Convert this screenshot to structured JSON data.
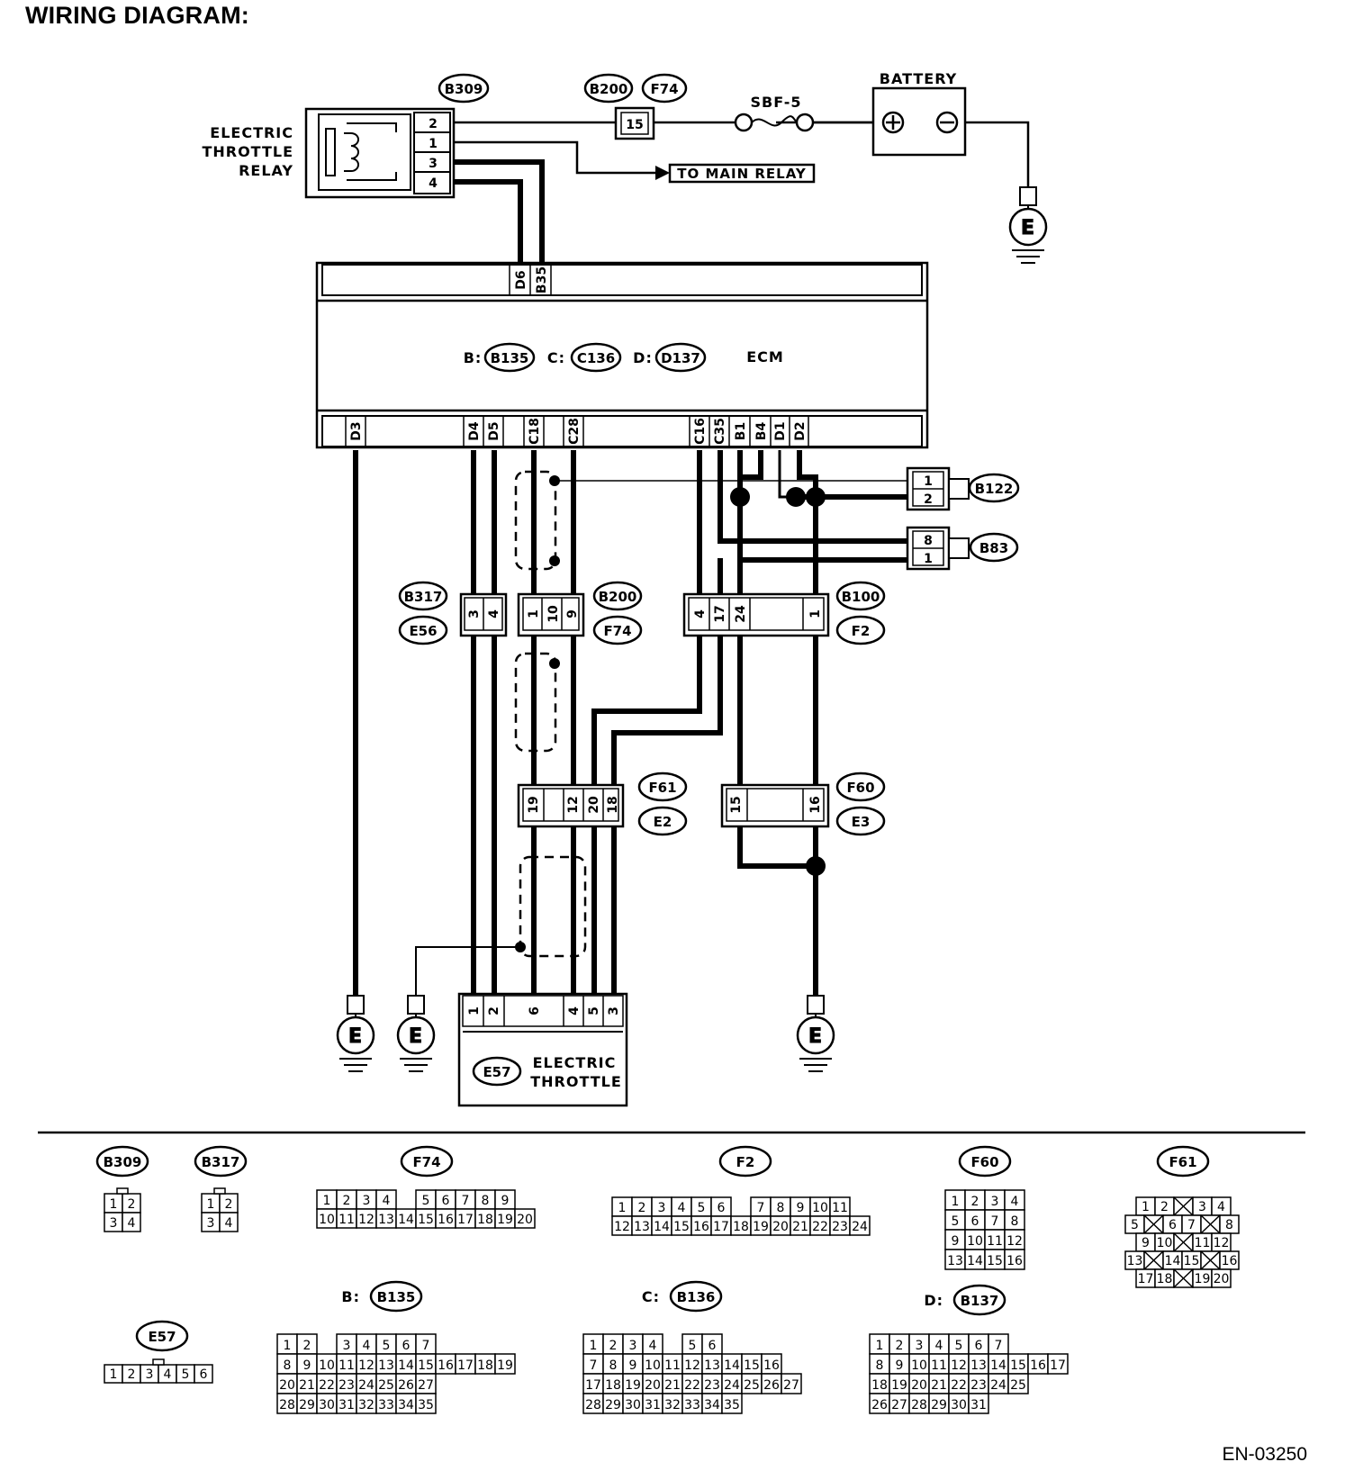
{
  "title": "WIRING DIAGRAM:",
  "doc_code": "EN-03250",
  "components": {
    "relay": [
      "ELECTRIC",
      "THROTTLE",
      "RELAY"
    ],
    "battery": "BATTERY",
    "fuse": "SBF-5",
    "to_main_relay": "TO MAIN RELAY",
    "ecm": "ECM",
    "throttle": [
      "ELECTRIC",
      "THROTTLE"
    ],
    "ground": "E"
  },
  "ecm_prefixes": [
    {
      "prefix": "B:",
      "conn": "B135"
    },
    {
      "prefix": "C:",
      "conn": "C136"
    },
    {
      "prefix": "D:",
      "conn": "D137"
    }
  ],
  "connectors": {
    "b309": "B309",
    "b200": "B200",
    "f74": "F74",
    "b317": "B317",
    "e56": "E56",
    "b100": "B100",
    "f2": "F2",
    "b122": "B122",
    "b83": "B83",
    "f61": "F61",
    "e2": "E2",
    "f60": "F60",
    "e3": "E3",
    "e57": "E57"
  },
  "ecm_top_pins": [
    "D6",
    "B35"
  ],
  "ecm_bottom_pins": [
    "D3",
    "D4",
    "D5",
    "C18",
    "C28",
    "C16",
    "C35",
    "B1",
    "B4",
    "D1",
    "D2"
  ],
  "relay_pins": [
    "2",
    "1",
    "3",
    "4"
  ],
  "fuse_pin": "15",
  "b317_pins": [
    "3",
    "4"
  ],
  "b200_pins": [
    "1",
    "10",
    "9"
  ],
  "b100_pins": [
    "4",
    "17",
    "24",
    "1"
  ],
  "b122_pins": [
    "1",
    "2"
  ],
  "b83_pins": [
    "8",
    "1"
  ],
  "f61_pins": [
    "19",
    "12",
    "20",
    "18"
  ],
  "f60_pins": [
    "15",
    "16"
  ],
  "e57_pins": [
    "1",
    "2",
    "6",
    "4",
    "5",
    "3"
  ],
  "views": {
    "b309": {
      "label": "B309",
      "rows": [
        [
          "1",
          "2"
        ],
        [
          "3",
          "4"
        ]
      ]
    },
    "b317": {
      "label": "B317",
      "rows": [
        [
          "1",
          "2"
        ],
        [
          "3",
          "4"
        ]
      ]
    },
    "f74": {
      "label": "F74",
      "rows": [
        [
          "1",
          "2",
          "3",
          "4",
          "",
          "5",
          "6",
          "7",
          "8",
          "9"
        ],
        [
          "10",
          "11",
          "12",
          "13",
          "14",
          "15",
          "16",
          "17",
          "18",
          "19",
          "20"
        ]
      ]
    },
    "f2": {
      "label": "F2",
      "rows": [
        [
          "1",
          "2",
          "3",
          "4",
          "5",
          "6",
          "",
          "7",
          "8",
          "9",
          "10",
          "11"
        ],
        [
          "12",
          "13",
          "14",
          "15",
          "16",
          "17",
          "18",
          "19",
          "20",
          "21",
          "22",
          "23",
          "24"
        ]
      ]
    },
    "f60": {
      "label": "F60",
      "rows": [
        [
          "1",
          "2",
          "3",
          "4"
        ],
        [
          "5",
          "6",
          "7",
          "8"
        ],
        [
          "9",
          "10",
          "11",
          "12"
        ],
        [
          "13",
          "14",
          "15",
          "16"
        ]
      ]
    },
    "f61": {
      "label": "F61",
      "rows": [
        [
          "1",
          "2",
          "",
          "3",
          "4"
        ],
        [
          "5",
          "",
          "6",
          "7",
          "",
          "8"
        ],
        [
          "9",
          "10",
          "",
          "11",
          "12"
        ],
        [
          "13",
          "",
          "14",
          "15",
          "",
          "16"
        ],
        [
          "17",
          "18",
          "",
          "19",
          "20"
        ]
      ]
    },
    "e57": {
      "label": "E57",
      "rows": [
        [
          "1",
          "2",
          "3",
          "4",
          "5",
          "6"
        ]
      ]
    },
    "b135": {
      "prefix": "B:",
      "label": "B135",
      "rows": [
        [
          "1",
          "2",
          "",
          "3",
          "4",
          "5",
          "6",
          "7"
        ],
        [
          "8",
          "9",
          "10",
          "11",
          "12",
          "13",
          "14",
          "15",
          "16",
          "17",
          "18",
          "19"
        ],
        [
          "20",
          "21",
          "22",
          "23",
          "24",
          "25",
          "26",
          "27"
        ],
        [
          "28",
          "29",
          "30",
          "31",
          "32",
          "33",
          "34",
          "35"
        ]
      ]
    },
    "c136": {
      "prefix": "C:",
      "label": "B136",
      "rows": [
        [
          "1",
          "2",
          "3",
          "4",
          "",
          "5",
          "6"
        ],
        [
          "7",
          "8",
          "9",
          "10",
          "11",
          "12",
          "13",
          "14",
          "15",
          "16"
        ],
        [
          "17",
          "18",
          "19",
          "20",
          "21",
          "22",
          "23",
          "24",
          "25",
          "26",
          "27"
        ],
        [
          "28",
          "29",
          "30",
          "31",
          "32",
          "33",
          "34",
          "35"
        ]
      ]
    },
    "d137": {
      "prefix": "D:",
      "label": "B137",
      "rows": [
        [
          "1",
          "2",
          "3",
          "4",
          "5",
          "6",
          "7"
        ],
        [
          "8",
          "9",
          "10",
          "11",
          "12",
          "13",
          "14",
          "15",
          "16",
          "17"
        ],
        [
          "18",
          "19",
          "20",
          "21",
          "22",
          "23",
          "24",
          "25"
        ],
        [
          "26",
          "27",
          "28",
          "29",
          "30",
          "31"
        ]
      ]
    }
  }
}
